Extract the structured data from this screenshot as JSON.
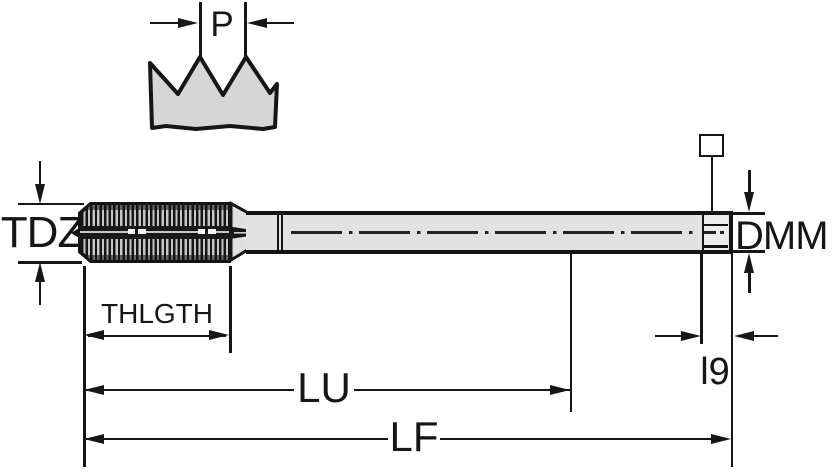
{
  "drawing": {
    "description": "Side-view dimension drawing of a straight-flute machine tap with thread-pitch detail",
    "labels": {
      "pitch": "P",
      "thread_diameter": "TDZ",
      "thread_length": "THLGTH",
      "usable_length": "LU",
      "overall_length": "LF",
      "shank_diameter": "DMM",
      "square_length": "l9"
    },
    "icons": {
      "square_drive": "square-outline-icon"
    },
    "colors": {
      "ink": "#161616",
      "shank_fill": "#e2e2e2",
      "profile_fill": "#d6d6d6",
      "background": "#ffffff"
    }
  }
}
